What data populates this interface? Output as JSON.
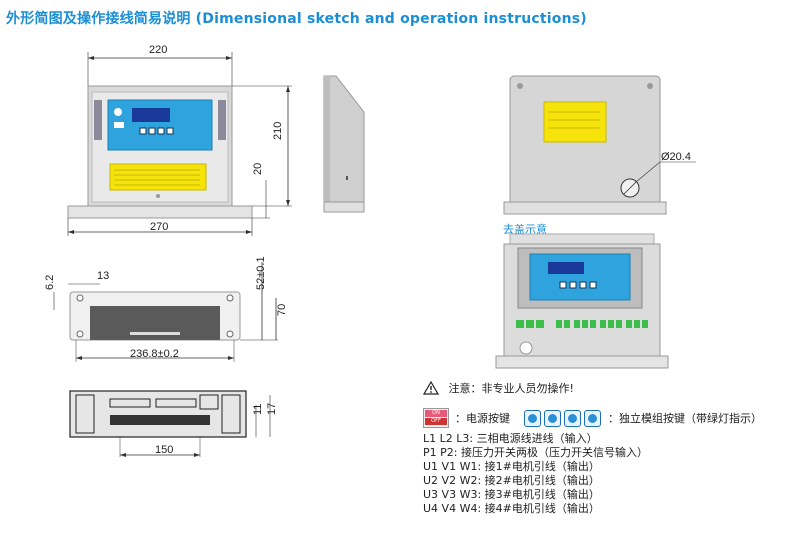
{
  "title": "外形简图及操作接线简易说明 (Dimensional sketch and operation instructions)",
  "dims": {
    "front_width_top": "220",
    "front_width_bottom": "270",
    "front_height": "210",
    "front_base": "20",
    "bottom_left_offset": "6.2",
    "bottom_left_13": "13",
    "bottom_height_tol": "52±0.1",
    "bottom_height": "70",
    "bottom_width": "236.8±0.2",
    "foot_width": "150",
    "foot_h1": "11",
    "foot_h2": "17",
    "hole_dia": "Ø20.4"
  },
  "labels": {
    "remove_cover": "去盖示意"
  },
  "notes": {
    "warning": "注意：非专业人员勿操作!",
    "power_on": "ON",
    "power_off": "OFF",
    "power_button": "：电源按键",
    "module_button": "：独立模组按键（带绿灯指示）",
    "line1": "L1 L2 L3: 三相电源线进线（输入）",
    "line2": "P1 P2: 接压力开关两极（压力开关信号输入）",
    "line3": "U1 V1 W1: 接1#电机引线（输出）",
    "line4": "U2 V2 W2: 接2#电机引线（输出）",
    "line5": "U3 V3 W3: 接3#电机引线（输出）",
    "line6": "U4 V4 W4: 接4#电机引线（输出）"
  },
  "icons": {
    "warning": "warning-triangle-icon",
    "power": "power-switch-icon",
    "module_keys": [
      "key-1-icon",
      "key-2-icon",
      "key-3-icon",
      "key-4-icon"
    ]
  }
}
